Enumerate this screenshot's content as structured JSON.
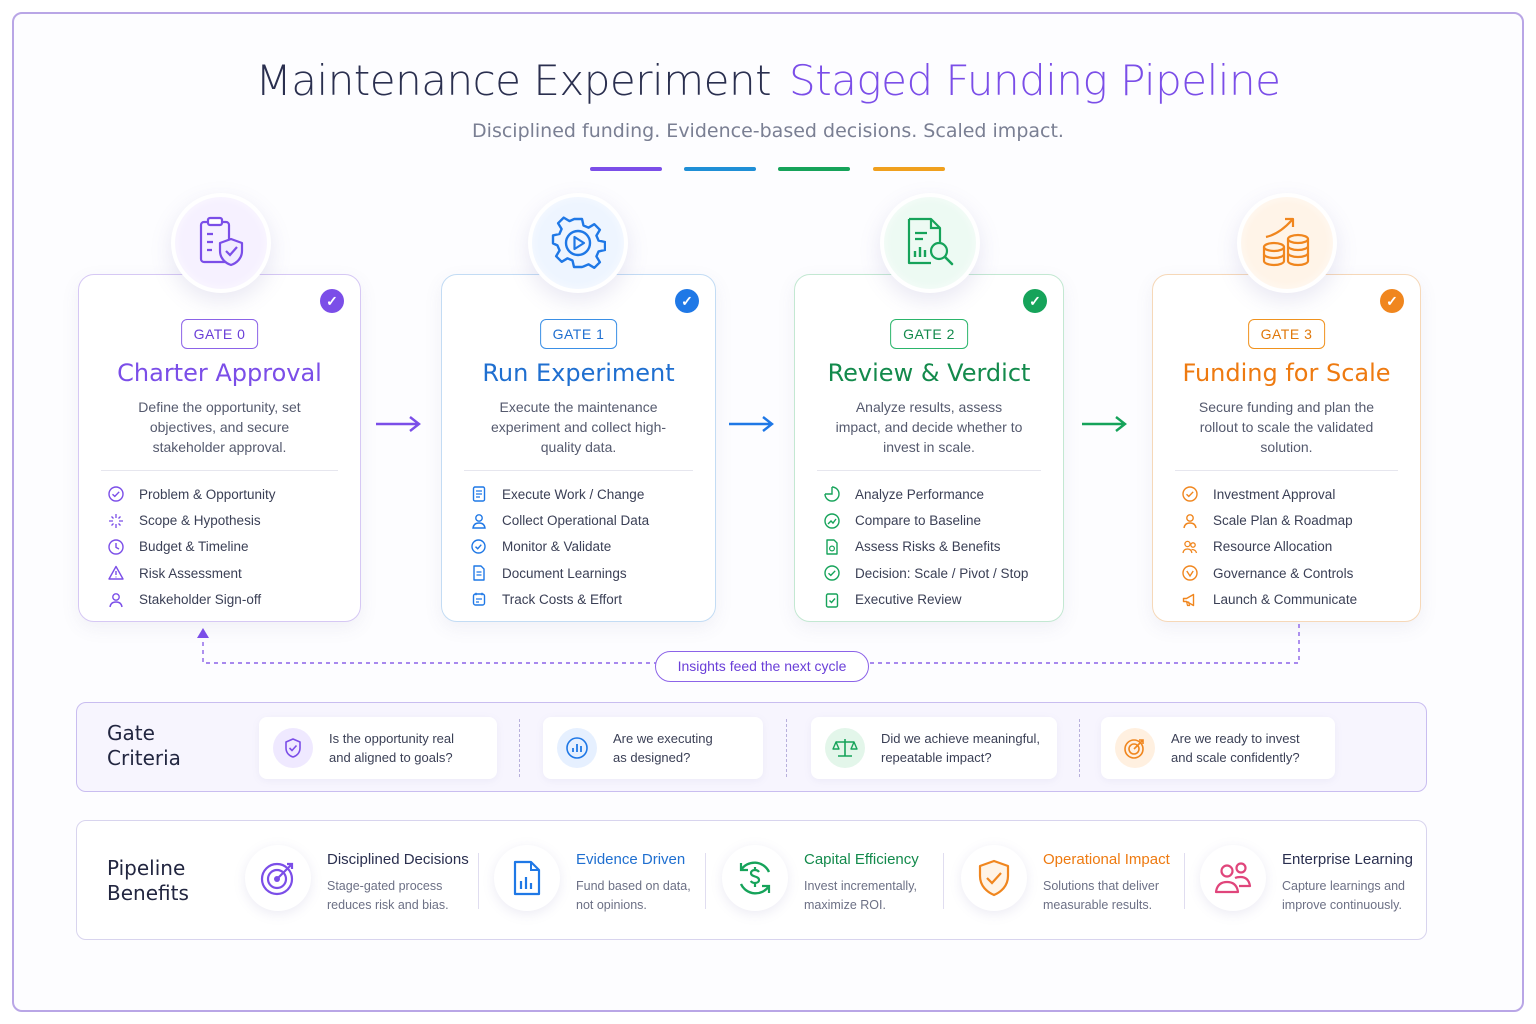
{
  "header": {
    "title_part1": "Maintenance Experiment",
    "title_part2": "Staged Funding Pipeline",
    "subtitle": "Disciplined funding. Evidence-based decisions. Scaled impact."
  },
  "colors": {
    "purple": "#7b4ee8",
    "blue": "#1f78e6",
    "green": "#16a35a",
    "orange": "#f0861e"
  },
  "gates": [
    {
      "gate": "GATE 0",
      "title": "Charter Approval",
      "desc": "Define the opportunity, set objectives, and secure stakeholder approval.",
      "icon": "clipboard-shield-icon",
      "items": [
        "Problem & Opportunity",
        "Scope & Hypothesis",
        "Budget & Timeline",
        "Risk Assessment",
        "Stakeholder Sign-off"
      ]
    },
    {
      "gate": "GATE 1",
      "title": "Run Experiment",
      "desc": "Execute the maintenance experiment and collect high-quality data.",
      "icon": "gear-play-icon",
      "items": [
        "Execute Work / Change",
        "Collect Operational Data",
        "Monitor & Validate",
        "Document Learnings",
        "Track Costs & Effort"
      ]
    },
    {
      "gate": "GATE 2",
      "title": "Review & Verdict",
      "desc": "Analyze results, assess impact, and decide whether to invest in scale.",
      "icon": "report-search-icon",
      "items": [
        "Analyze Performance",
        "Compare to Baseline",
        "Assess Risks & Benefits",
        "Decision: Scale / Pivot / Stop",
        "Executive Review"
      ]
    },
    {
      "gate": "GATE 3",
      "title": "Funding for Scale",
      "desc": "Secure funding and plan the rollout to scale the validated solution.",
      "icon": "coins-growth-icon",
      "items": [
        "Investment Approval",
        "Scale Plan & Roadmap",
        "Resource Allocation",
        "Governance & Controls",
        "Launch & Communicate"
      ]
    }
  ],
  "loop_label": "Insights feed the next cycle",
  "criteria": {
    "label_line1": "Gate",
    "label_line2": "Criteria",
    "items": [
      {
        "line1": "Is the opportunity real",
        "line2": "and aligned to goals?"
      },
      {
        "line1": "Are we executing",
        "line2": "as designed?"
      },
      {
        "line1": "Did we achieve meaningful,",
        "line2": "repeatable impact?"
      },
      {
        "line1": "Are we ready to invest",
        "line2": "and scale confidently?"
      }
    ]
  },
  "benefits": {
    "label_line1": "Pipeline",
    "label_line2": "Benefits",
    "items": [
      {
        "title": "Disciplined Decisions",
        "line1": "Stage-gated process",
        "line2": "reduces risk and bias."
      },
      {
        "title": "Evidence Driven",
        "line1": "Fund based on data,",
        "line2": "not opinions."
      },
      {
        "title": "Capital Efficiency",
        "line1": "Invest incrementally,",
        "line2": "maximize ROI."
      },
      {
        "title": "Operational Impact",
        "line1": "Solutions that deliver",
        "line2": "measurable results."
      },
      {
        "title": "Enterprise Learning",
        "line1": "Capture learnings and",
        "line2": "improve continuously."
      }
    ]
  }
}
